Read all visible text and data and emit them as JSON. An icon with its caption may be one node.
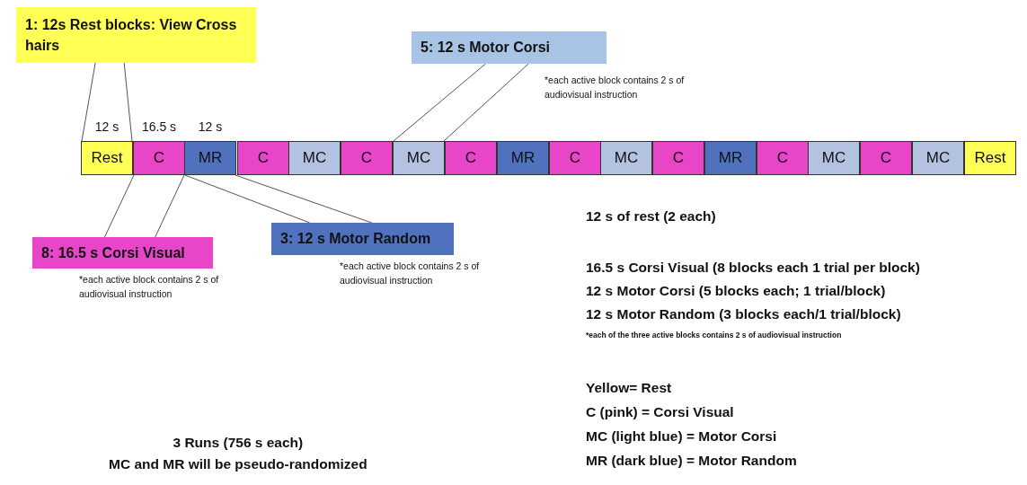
{
  "diagram": {
    "nodes": [
      {
        "text": [
          "1: 12s Rest blocks: View Cross hairs"
        ]
      },
      {
        "text": [
          "5: 12 s Motor Corsi"
        ],
        "beside": [
          "*each active block contains 2 s of audiovisual instruction"
        ]
      },
      {
        "text": [
          "Rest"
        ],
        "beside": [
          "12 s"
        ]
      },
      {
        "text": [
          "C"
        ],
        "beside": [
          "16.5 s"
        ]
      },
      {
        "text": [
          "MR"
        ],
        "beside": [
          "12 s"
        ]
      },
      {
        "text": [
          "C"
        ]
      },
      {
        "text": [
          "MC"
        ]
      },
      {
        "text": [
          "C"
        ]
      },
      {
        "text": [
          "MC"
        ]
      },
      {
        "text": [
          "C"
        ]
      },
      {
        "text": [
          "MR"
        ]
      },
      {
        "text": [
          "C"
        ]
      },
      {
        "text": [
          "MC"
        ]
      },
      {
        "text": [
          "C"
        ]
      },
      {
        "text": [
          "MR"
        ]
      },
      {
        "text": [
          "C"
        ]
      },
      {
        "text": [
          "MC"
        ]
      },
      {
        "text": [
          "C"
        ]
      },
      {
        "text": [
          "MC"
        ]
      },
      {
        "text": [
          "Rest"
        ]
      },
      {
        "text": [
          "8: 16.5 s Corsi Visual"
        ],
        "beside": [
          "*each active block contains 2 s of audiovisual instruction"
        ]
      },
      {
        "text": [
          "3: 12 s Motor Random"
        ],
        "beside": [
          "*each active block contains 2 s of audiovisual instruction"
        ]
      }
    ],
    "edges": [
      {
        "from": 0,
        "to": 2,
        "arrow": "none"
      },
      {
        "from": 0,
        "to": 2,
        "arrow": "none"
      },
      {
        "from": 1,
        "to": 8,
        "arrow": "none"
      },
      {
        "from": 1,
        "to": 8,
        "arrow": "none"
      },
      {
        "from": 20,
        "to": 3,
        "arrow": "none"
      },
      {
        "from": 20,
        "to": 3,
        "arrow": "none"
      },
      {
        "from": 21,
        "to": 4,
        "arrow": "none"
      },
      {
        "from": 21,
        "to": 4,
        "arrow": "none"
      }
    ],
    "labels": [
      "12 s of rest (2 each)",
      "16.5 s Corsi Visual (8 blocks each 1 trial per block)",
      "12 s Motor Corsi (5 blocks each; 1 trial/block)",
      "12 s Motor Random (3 blocks each/1 trial/block)",
      "*each of the three active blocks contains 2 s of audiovisual instruction",
      "Yellow= Rest",
      "C (pink) = Corsi Visual",
      "MC (light blue) = Motor Corsi",
      "MR (dark blue) = Motor Random",
      "3 Runs (756 s each)",
      "MC and MR will be pseudo-randomized"
    ]
  }
}
